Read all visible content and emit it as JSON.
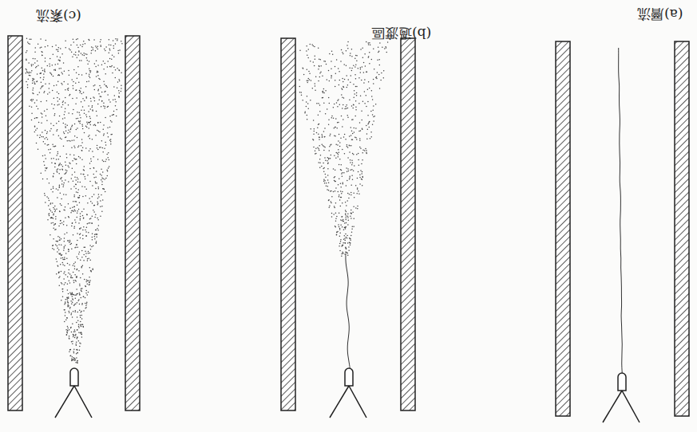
{
  "diagram": {
    "labels": [
      "(c)紊流",
      "(b)過渡區",
      "(a)層流"
    ]
  }
}
